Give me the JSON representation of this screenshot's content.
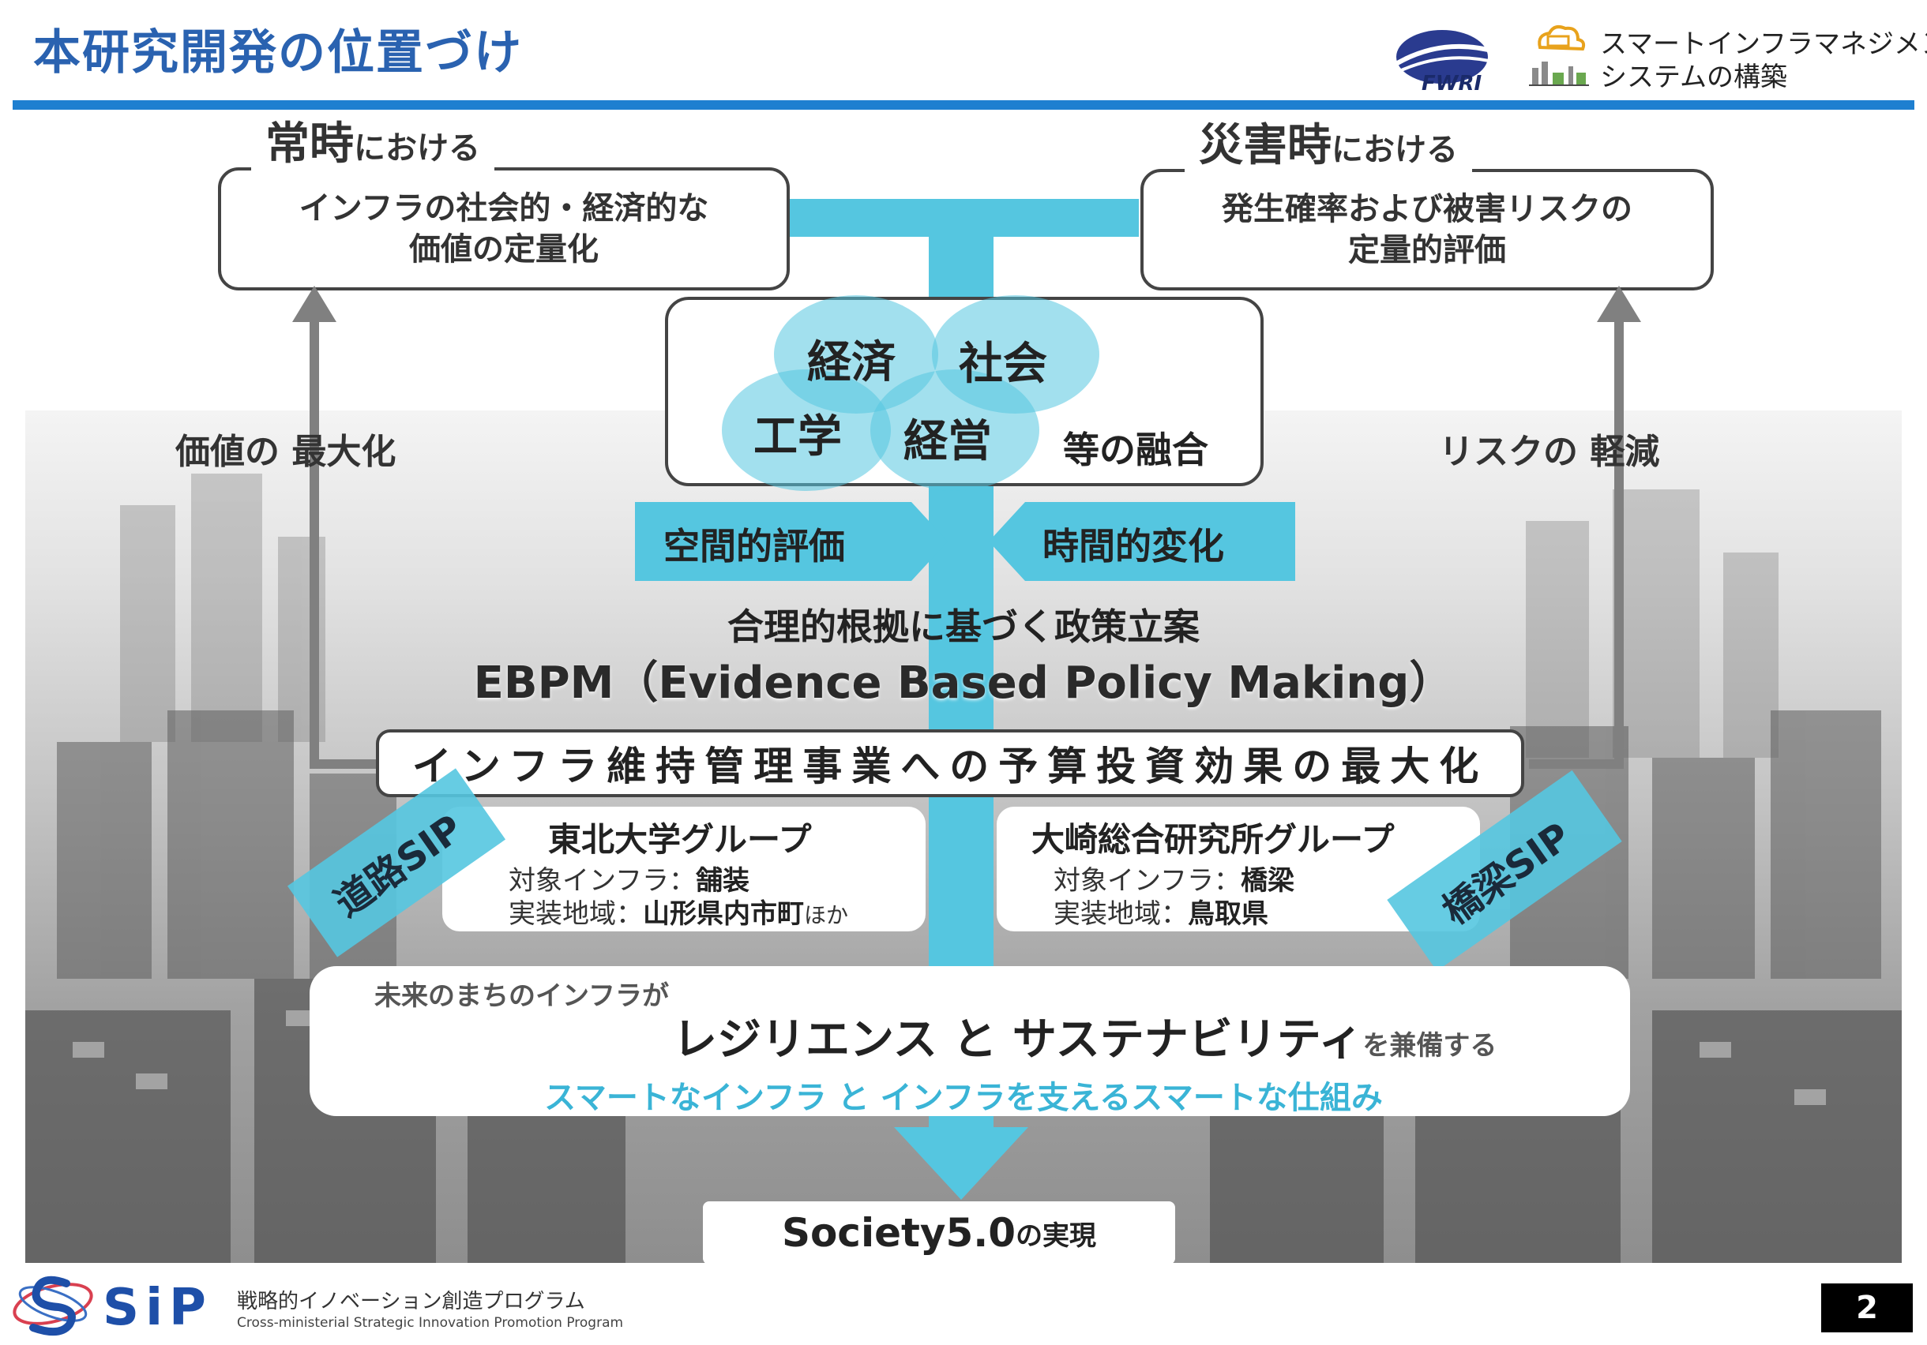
{
  "header": {
    "title": "本研究開発の位置づけ",
    "logo_text": "FWRI",
    "right_line1": "スマートインフラマネジメント",
    "right_line2": "システムの構築"
  },
  "left": {
    "heading_big": "常時",
    "heading_small": "における",
    "box_line1": "インフラの社会的・経済的な",
    "box_line2": "価値の定量化",
    "side_label": "価値の 最大化"
  },
  "right": {
    "heading_big": "災害時",
    "heading_small": "における",
    "box_line1": "発生確率および被害リスクの",
    "box_line2": "定量的評価",
    "side_label": "リスクの 軽減"
  },
  "fusion": {
    "circles": [
      "経済",
      "社会",
      "工学",
      "経営"
    ],
    "suffix": "等の融合"
  },
  "tags": {
    "spatial": "空間的評価",
    "temporal": "時間的変化"
  },
  "ebpm": {
    "line1": "合理的根拠に基づく政策立案",
    "line2": "EBPM（Evidence Based Policy Making）"
  },
  "budget_box": "インフラ維持管理事業への予算投資効果の最大化",
  "groups": [
    {
      "title": "東北大学グループ",
      "infra_label": "対象インフラ：",
      "infra_value": "舗装",
      "area_label": "実装地域：",
      "area_value": "山形県内市町",
      "area_suffix": "ほか",
      "sip": "道路SIP"
    },
    {
      "title": "大崎総合研究所グループ",
      "infra_label": "対象インフラ：",
      "infra_value": "橋梁",
      "area_label": "実装地域：",
      "area_value": "鳥取県",
      "area_suffix": "",
      "sip": "橋梁SIP"
    }
  ],
  "future": {
    "line1": "未来のまちのインフラが",
    "main": "レジリエンス と サステナビリティ",
    "main_suffix": "を兼備する",
    "line3": "スマートなインフラ と インフラを支えるスマートな仕組み"
  },
  "society": {
    "main": "Society5.0",
    "suffix": " の実現"
  },
  "footer": {
    "sip_logo": "SiP",
    "program_jp": "戦略的イノベーション創造プログラム",
    "program_en": "Cross-ministerial Strategic Innovation Promotion Program",
    "page_number": "2"
  },
  "colors": {
    "title_blue": "#2a62b0",
    "bar_blue": "#1e7fd0",
    "accent_cyan": "#55c6e0",
    "text_cyan": "#3ab4d6"
  }
}
